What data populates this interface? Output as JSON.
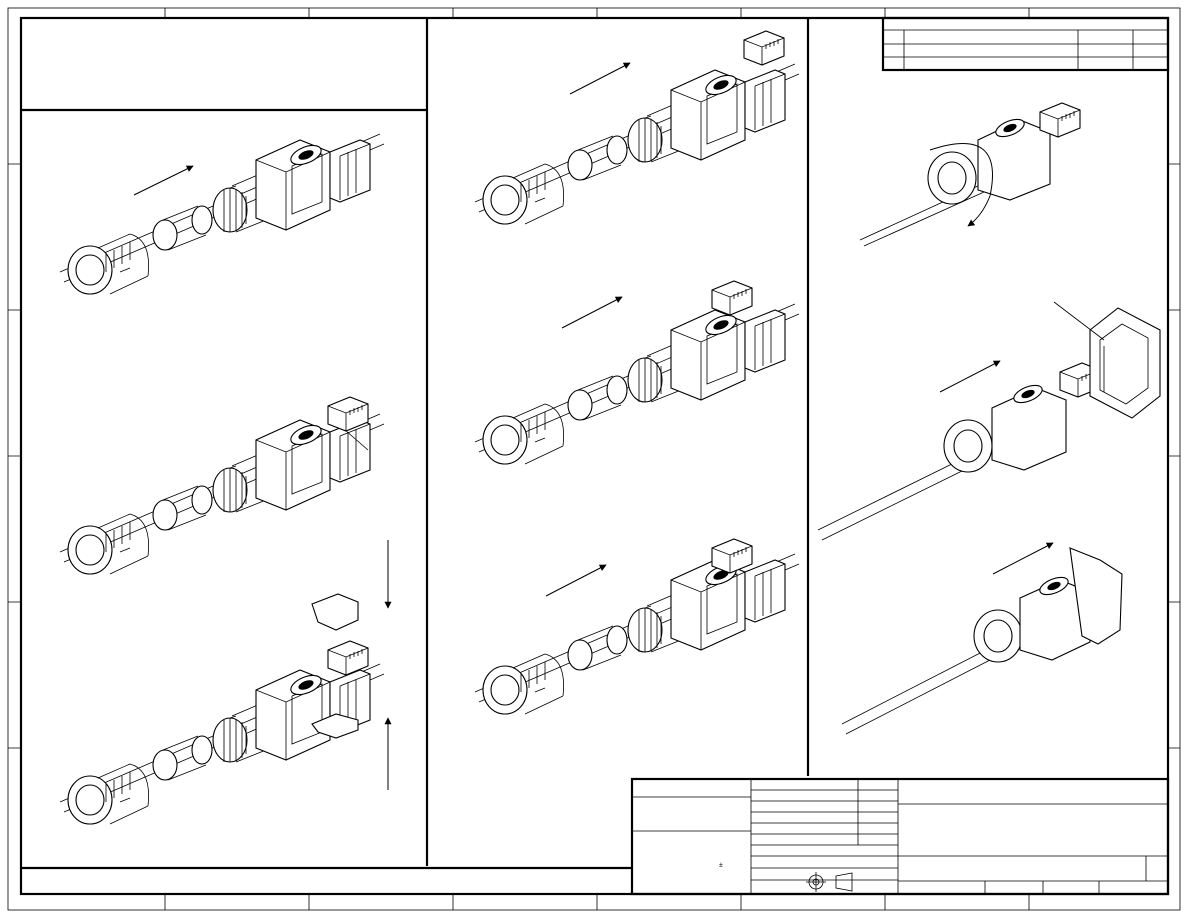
{
  "drawing": {
    "title_block_mark": "±",
    "projection_symbol": "first-angle-projection-icon"
  },
  "steps": [
    {
      "id": "step-1",
      "action": "slide-on",
      "arrows": [
        "insert-arrow"
      ]
    },
    {
      "id": "step-2",
      "action": "strip",
      "arrows": []
    },
    {
      "id": "step-3",
      "action": "clip-housings",
      "arrows": [
        "down-arrow",
        "up-arrow"
      ]
    },
    {
      "id": "step-4",
      "action": "push-forward",
      "arrows": [
        "insert-arrow"
      ]
    },
    {
      "id": "step-5",
      "action": "push-forward",
      "arrows": [
        "insert-arrow"
      ]
    },
    {
      "id": "step-6",
      "action": "push-forward",
      "arrows": [
        "insert-arrow"
      ]
    },
    {
      "id": "step-7",
      "action": "tighten-nut",
      "arrows": [
        "rotate-arrow"
      ]
    },
    {
      "id": "step-8",
      "action": "mate-receptacle",
      "arrows": [
        "insert-arrow"
      ]
    },
    {
      "id": "step-9",
      "action": "mated",
      "arrows": [
        "insert-arrow"
      ]
    }
  ]
}
